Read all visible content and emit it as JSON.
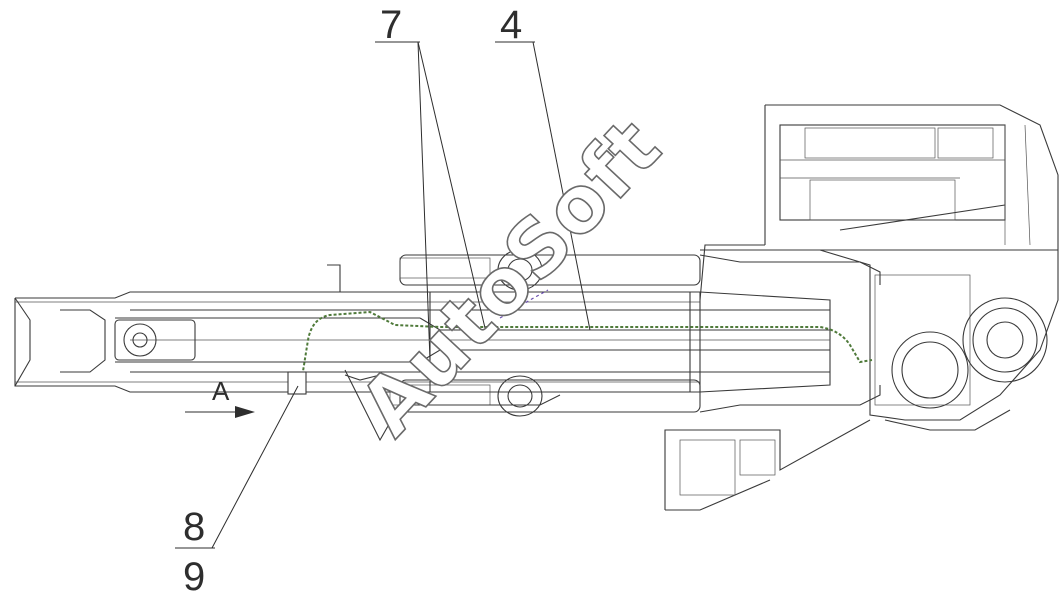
{
  "labels": {
    "callout_7": "7",
    "callout_4": "4",
    "callout_8": "8",
    "callout_9": "9",
    "view_arrow": "A"
  },
  "watermark": "AutoSoft",
  "colors": {
    "line": "#3a3a3a",
    "hose": "#4f7a3a",
    "hose_dash": "#6b4fb0",
    "background": "#ffffff"
  }
}
